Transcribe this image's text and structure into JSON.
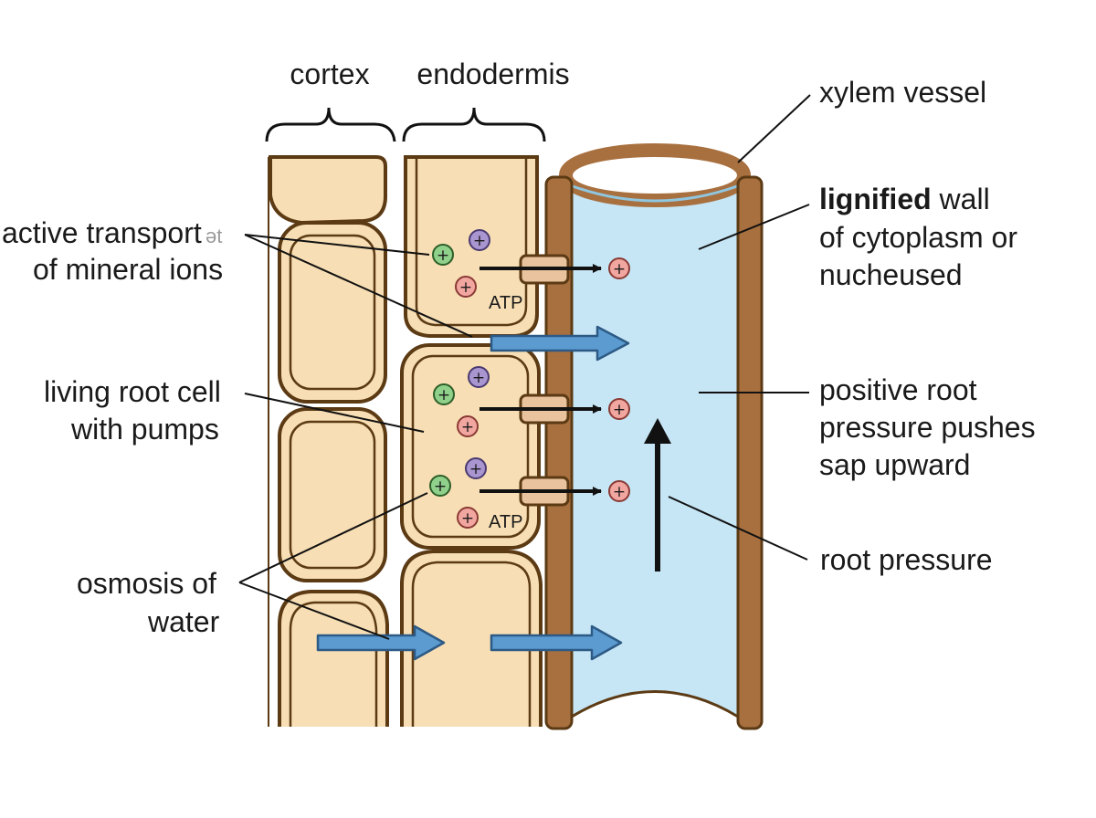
{
  "labels": {
    "cortex": "cortex",
    "endodermis": "endodermis",
    "xylem_vessel": "xylem vessel",
    "lignified_bold": "lignified",
    "lignified_rest": " wall",
    "lignified_line2": "of cytoplasm or",
    "lignified_line3": "nucheused",
    "active_line1": "active transport",
    "active_line1_fragment": "ət",
    "active_line2": "of mineral ions",
    "living_line1": "living root cell",
    "living_line2": "with pumps",
    "positive_line1": "positive root",
    "positive_line2": "pressure pushes",
    "positive_line3": "sap upward",
    "root_pressure": "root pressure",
    "osmosis_line1": "osmosis of",
    "osmosis_line2": "water",
    "atp_1": "ATP",
    "atp_2": "ATP"
  },
  "ion_symbol": "+",
  "colors": {
    "cell_fill": "#f7deb4",
    "cell_stroke": "#5b3a14",
    "xylem_wall": "#a8703f",
    "xylem_lumen": "#c6e6f5",
    "water_arrow": "#5b9bd0",
    "pump_fill": "#e8c39d",
    "ion_green": "#8fd18a",
    "ion_purple": "#a995cf",
    "ion_red": "#f2a6a0"
  }
}
